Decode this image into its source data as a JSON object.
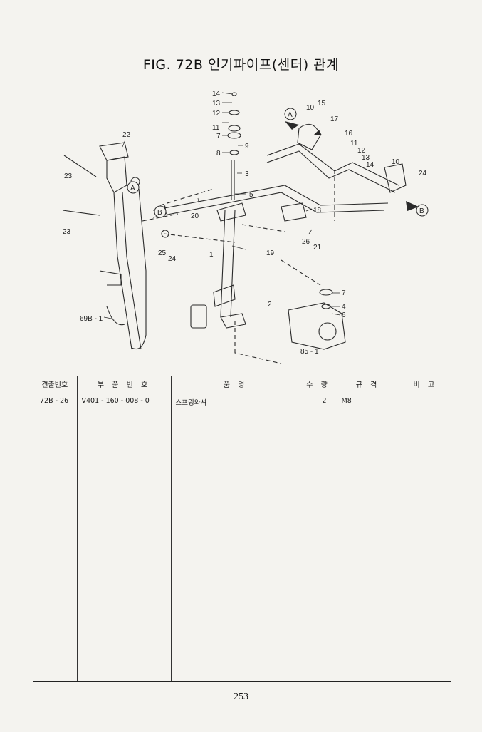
{
  "figure": {
    "title": "FIG. 72B 인기파이프(센터) 관계",
    "callouts": [
      "14",
      "13",
      "12",
      "11",
      "7",
      "9",
      "8",
      "3",
      "5",
      "22",
      "23",
      "23",
      "20",
      "25",
      "24",
      "1",
      "19",
      "2",
      "69B - 1",
      "10",
      "15",
      "17",
      "16",
      "11",
      "12",
      "13",
      "14",
      "10",
      "24",
      "18",
      "26",
      "21",
      "7",
      "4",
      "6",
      "85 - 1"
    ],
    "markers": [
      "A",
      "A",
      "B",
      "B"
    ]
  },
  "table": {
    "headers": [
      "견출번호",
      "부 품 번 호",
      "품 명",
      "수 량",
      "규 격",
      "비 고"
    ],
    "rows": [
      {
        "ref": "72B - 26",
        "part_no": "V401 - 160 - 008 - 0",
        "name": "스프링와셔",
        "qty": "2",
        "spec": "M8",
        "remarks": ""
      }
    ]
  },
  "page_number": "253"
}
